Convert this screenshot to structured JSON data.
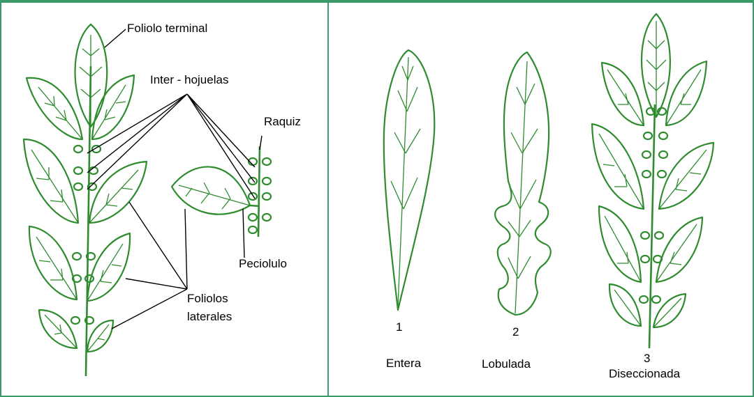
{
  "labels": {
    "foliolo_terminal": "Foliolo terminal",
    "inter_hojuelas": "Inter - hojuelas",
    "raquiz": "Raquiz",
    "peciolulo": "Peciolulo",
    "foliolos_line1": "Foliolos",
    "foliolos_line2": "laterales"
  },
  "types": [
    {
      "number": "1",
      "name": "Entera"
    },
    {
      "number": "2",
      "name": "Lobulada"
    },
    {
      "number": "3",
      "name": "Diseccionada"
    }
  ],
  "colors": {
    "leaf": "#2e8b2e",
    "border": "#3a9a6a"
  }
}
